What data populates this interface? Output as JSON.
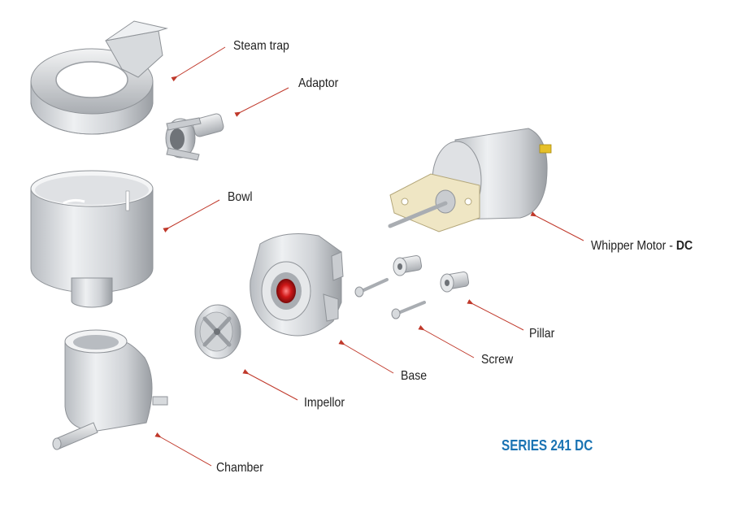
{
  "title": "SERIES 241 DC",
  "colors": {
    "title": "#1a73b3",
    "leader": "#c0392b",
    "part_light": "#e4e6e8",
    "part_mid": "#c9ccd0",
    "part_dark": "#8f9398",
    "accent_red": "#c81010",
    "mount_cream": "#efe6c4",
    "pin_gold": "#e6c02a"
  },
  "labels": {
    "steam_trap": "Steam trap",
    "adaptor": "Adaptor",
    "bowl": "Bowl",
    "whipper_motor": "Whipper Motor - ",
    "whipper_motor_suffix": "DC",
    "pillar": "Pillar",
    "screw": "Screw",
    "base": "Base",
    "impellor": "Impellor",
    "chamber": "Chamber"
  }
}
